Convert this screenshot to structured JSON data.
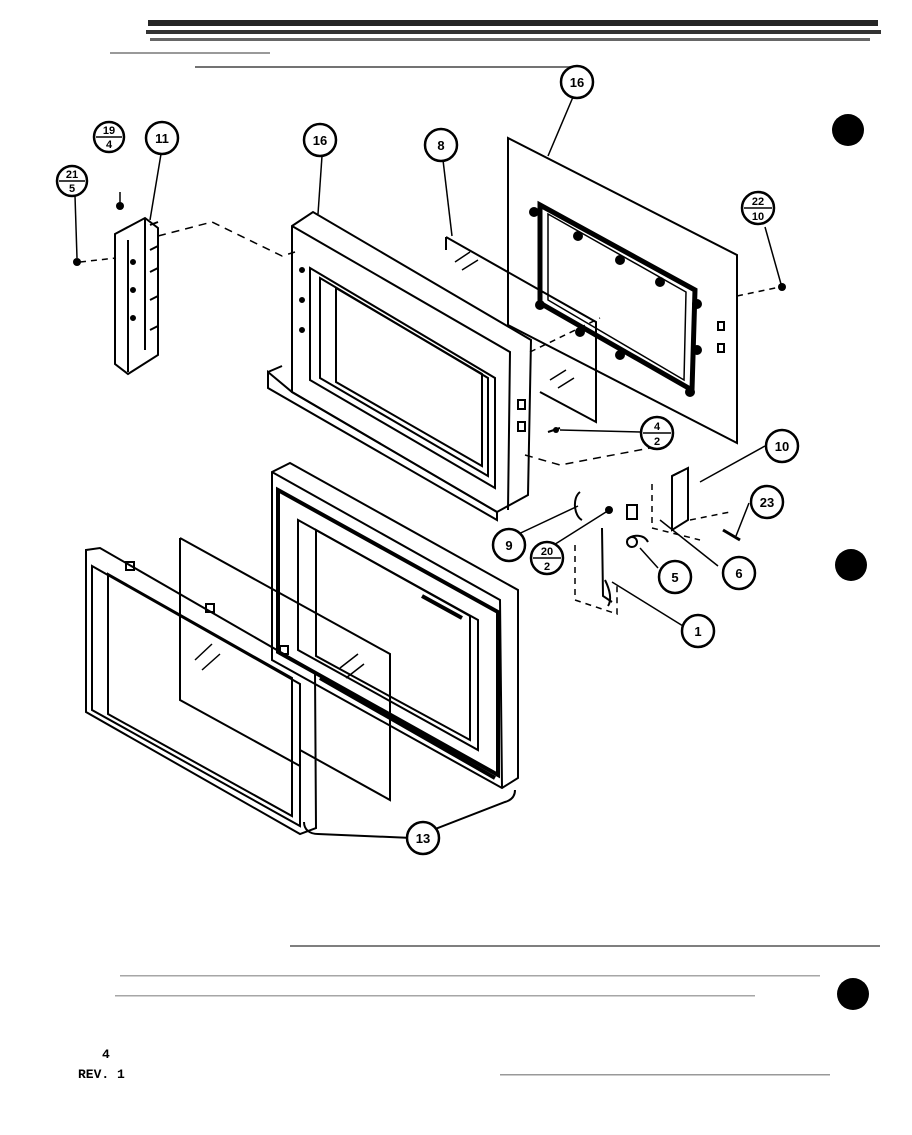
{
  "page": {
    "page_number": "4",
    "revision": "REV. 1"
  },
  "callouts": {
    "c1": "1",
    "c5": "5",
    "c6": "6",
    "c8": "8",
    "c9": "9",
    "c10": "10",
    "c11": "11",
    "c13": "13",
    "c16a": "16",
    "c16b": "16",
    "c23": "23",
    "f19_4": {
      "top": "19",
      "bottom": "4"
    },
    "f21_5": {
      "top": "21",
      "bottom": "5"
    },
    "f22_10": {
      "top": "22",
      "bottom": "10"
    },
    "f4_2": {
      "top": "4",
      "bottom": "2"
    },
    "f20_2": {
      "top": "20",
      "bottom": "2"
    }
  },
  "colors": {
    "ink": "#000000",
    "paper": "#ffffff"
  }
}
